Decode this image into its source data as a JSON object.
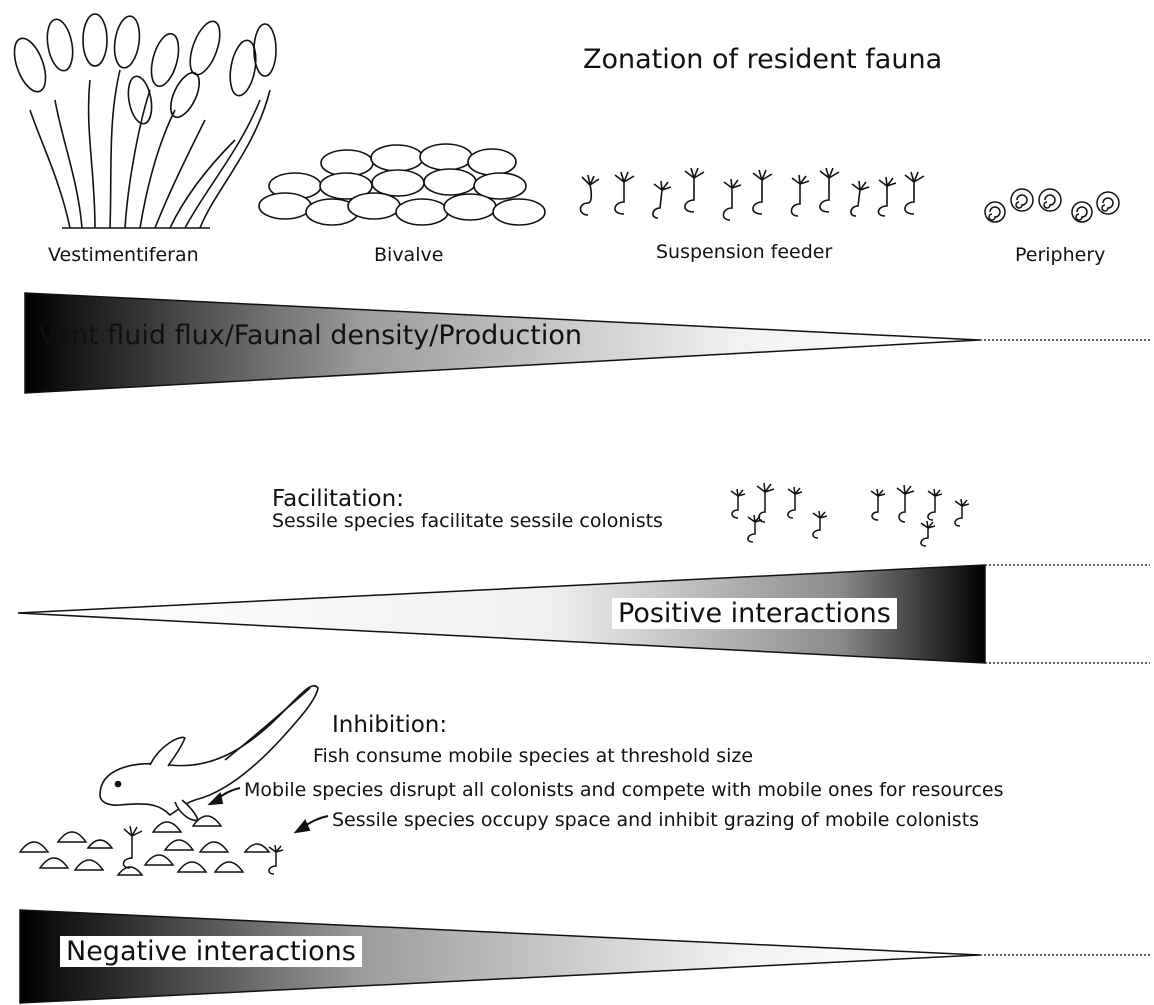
{
  "title": "Zonation of resident fauna",
  "zones": [
    {
      "label": "Vestimentiferan"
    },
    {
      "label": "Bivalve"
    },
    {
      "label": "Suspension feeder"
    },
    {
      "label": "Periphery"
    }
  ],
  "gradient_flux": {
    "label": "Vent fluid flux/Faunal density/Production"
  },
  "facilitation": {
    "heading": "Facilitation:",
    "text": "Sessile species facilitate sessile colonists"
  },
  "gradient_positive": {
    "label": "Positive interactions"
  },
  "inhibition": {
    "heading": "Inhibition:",
    "lines": [
      "Fish consume mobile species at threshold size",
      "Mobile species disrupt all colonists and compete with mobile ones for resources",
      "Sessile species occupy space and inhibit grazing of mobile colonists"
    ]
  },
  "gradient_negative": {
    "label": "Negative interactions"
  }
}
